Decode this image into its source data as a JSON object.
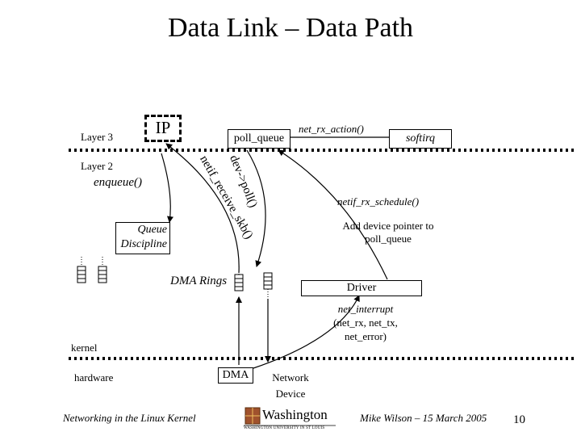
{
  "slide": {
    "title": "Data Link – Data Path",
    "page_number": "10"
  },
  "layers": {
    "layer3": "Layer 3",
    "layer2": "Layer 2",
    "kernel": "kernel",
    "hardware": "hardware"
  },
  "diagram": {
    "ip": "IP",
    "poll_queue": "poll_queue",
    "net_rx_action": "net_rx_action()",
    "softirq": "softirq",
    "dev_poll": "dev->poll()",
    "netif_receive_skb": "netif_receive_skb()",
    "enqueue": "enqueue()",
    "netif_rx_schedule": "netif_rx_schedule()",
    "add_device_line1": "Add device pointer to",
    "add_device_line2": "poll_queue",
    "queue_line1": "Queue",
    "queue_line2": "Discipline",
    "dma_rings": "DMA Rings",
    "driver": "Driver",
    "net_interrupt_line1": "net_interrupt",
    "net_interrupt_line2": "(net_rx, net_tx,",
    "net_interrupt_line3": "net_error)",
    "dma": "DMA",
    "network_device_line1": "Network",
    "network_device_line2": "Device"
  },
  "footer": {
    "left": "Networking in the Linux Kernel",
    "logo_text": "Washington",
    "logo_subtext": "WASHINGTON UNIVERSITY IN ST LOUIS",
    "author": "Mike Wilson – 15 March 2005"
  }
}
